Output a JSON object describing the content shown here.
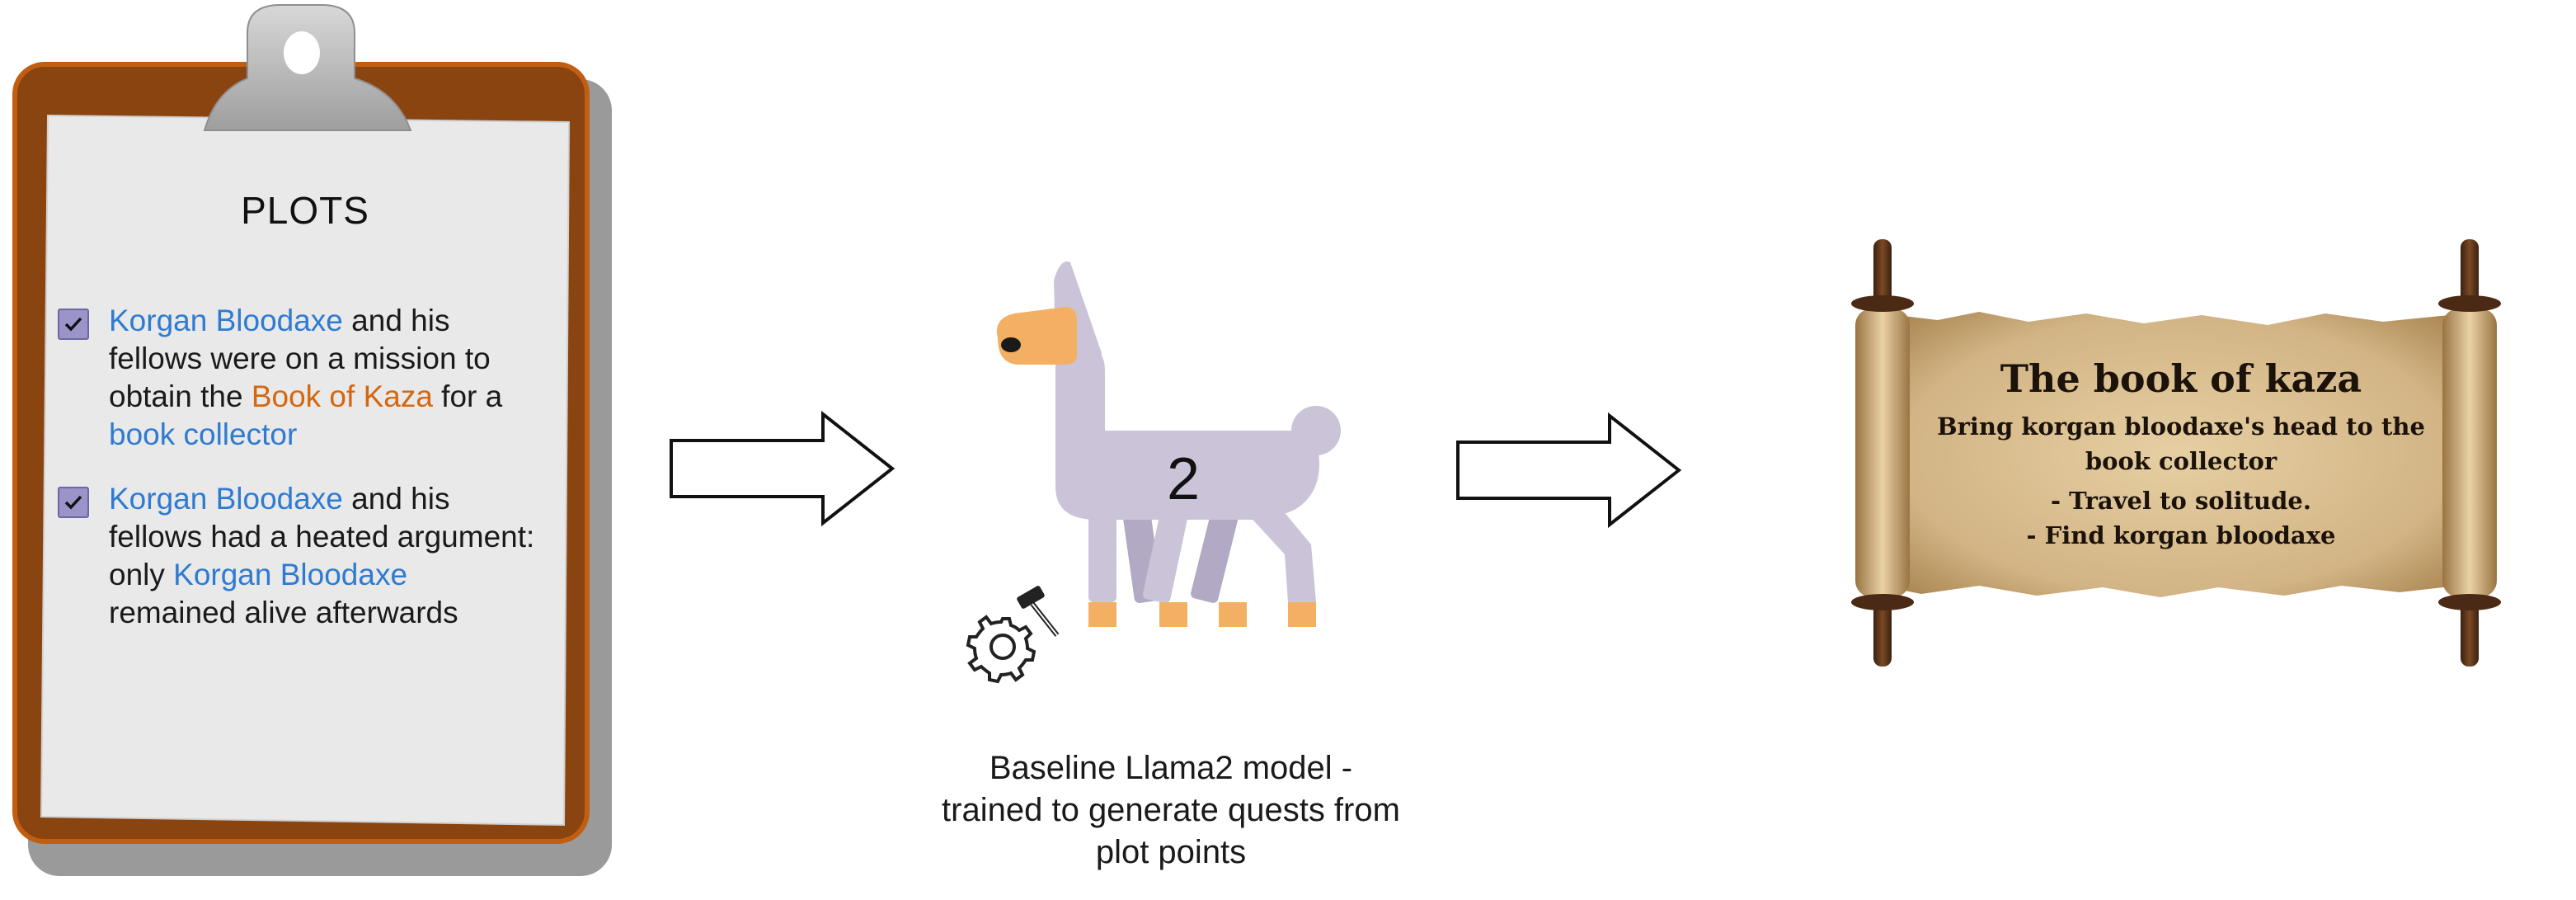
{
  "clipboard": {
    "title": "PLOTS",
    "plots": [
      {
        "checked": true,
        "lines": [
          [
            {
              "t": "Korgan Bloodaxe",
              "k": "character"
            },
            {
              "t": " and his",
              "k": "text"
            }
          ],
          [
            {
              "t": "fellows were on a mission to",
              "k": "text"
            }
          ],
          [
            {
              "t": "obtain the ",
              "k": "text"
            },
            {
              "t": "Book of Kaza",
              "k": "item"
            },
            {
              "t": " for a",
              "k": "text"
            }
          ],
          [
            {
              "t": "book collector",
              "k": "character"
            }
          ]
        ]
      },
      {
        "checked": true,
        "lines": [
          [
            {
              "t": "Korgan Bloodaxe",
              "k": "character"
            },
            {
              "t": " and his",
              "k": "text"
            }
          ],
          [
            {
              "t": "fellows had a heated argument:",
              "k": "text"
            }
          ],
          [
            {
              "t": "only ",
              "k": "text"
            },
            {
              "t": "Korgan Bloodaxe",
              "k": "character"
            }
          ],
          [
            {
              "t": "remained alive afterwards",
              "k": "text"
            }
          ]
        ]
      }
    ]
  },
  "model": {
    "number": "2",
    "caption_lines": [
      "Baseline Llama2 model -",
      "trained to generate quests from",
      "plot points"
    ]
  },
  "quest_scroll": {
    "title": "The book of kaza",
    "lines": [
      "Bring korgan bloodaxe's head to the",
      "book collector",
      "- Travel to solitude.",
      "- Find korgan bloodaxe"
    ]
  },
  "colors": {
    "character": "#2e7bd1",
    "item": "#d4670f",
    "clipboard_board": "#8a4410",
    "llama_body": "#cbc4d8",
    "llama_face": "#f3b062",
    "parchment": "#d7bc8e"
  },
  "icons": [
    "clipboard-clip-icon",
    "checkbox-checked-icon",
    "arrow-right-icon",
    "llama-icon",
    "gear-icon",
    "hammer-icon",
    "scroll-icon"
  ]
}
